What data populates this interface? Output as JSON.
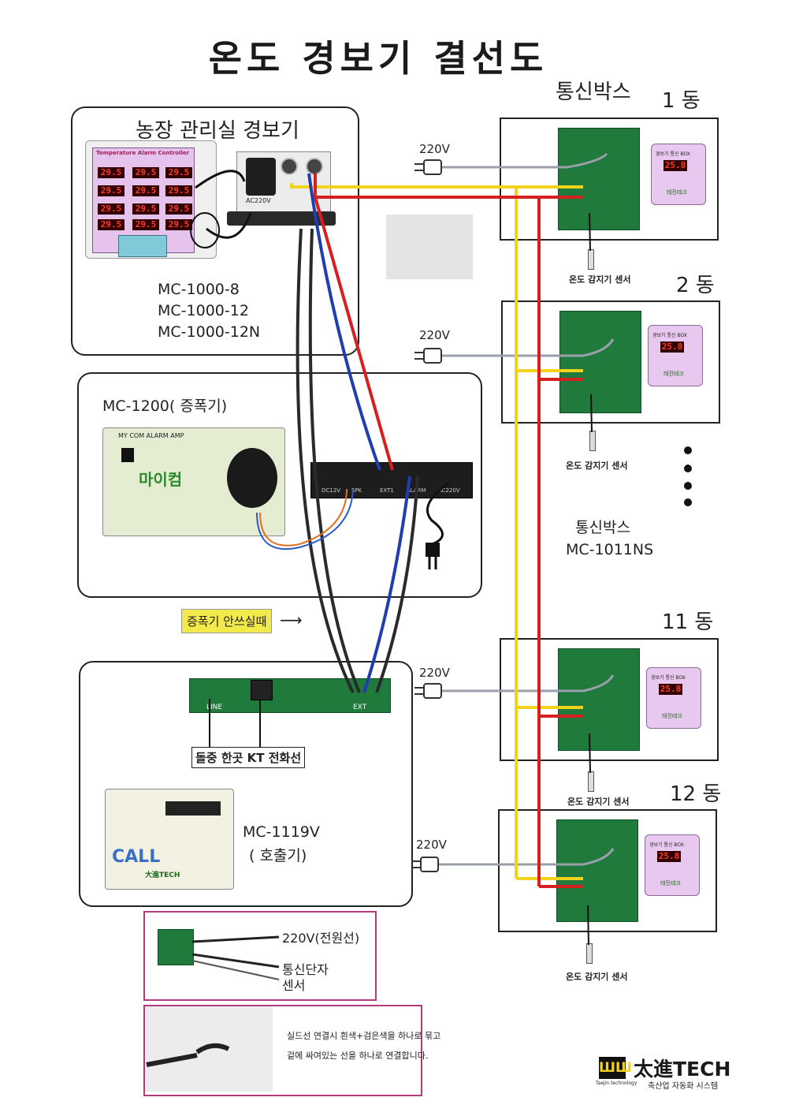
{
  "title": "온도 경보기 결선도",
  "farm_office": {
    "heading": "농장 관리실  경보기",
    "models": [
      "MC-1000-8",
      "MC-1000-12",
      "MC-1000-12N"
    ],
    "device_brand": "Temperature Alarm Controller",
    "display_value": "29.5",
    "ac_label": "AC220V"
  },
  "amplifier": {
    "heading": "MC-1200(   증폭기)",
    "device_label": "MY COM ALARM AMP",
    "device_logo": "마이컴",
    "terminal_labels": [
      "DC12V",
      "SPK",
      "EXT1",
      "ALARM",
      "AC220V"
    ]
  },
  "amp_note": "증폭기 안쓰실때",
  "caller": {
    "model": "MC-1119V",
    "name": "( 호출기)",
    "phone_line_label": "돌중 한곳 KT 전화선",
    "line_label": "LINE",
    "ext_label": "EXT",
    "device_label": "CALL",
    "brand": "大進TECH"
  },
  "comm_box": {
    "heading": "통신박스",
    "heading2": "통신박스",
    "model": "MC-1011NS",
    "box_label": "경보기 통신 BOX",
    "display_value": "25.8",
    "maker": "태진테크",
    "sensor_label": "온도 감지기 센서",
    "power_label": "220V"
  },
  "buildings": [
    "1 동",
    "2 동",
    "11 동",
    "12 동"
  ],
  "legend_wiring": {
    "power": "220V(전원선)",
    "comm": "통신단자",
    "sensor": "센서"
  },
  "shield_note": {
    "line1": "실드선 연결시 흰색+검은색을 하나로 묶고",
    "line2": "겉에 싸여있는 선을 하나로 연결합니다."
  },
  "brand": {
    "name": "太進TECH",
    "tagline": "축산업 자동화 시스템",
    "logo_sub": "Taejin technology"
  },
  "colors": {
    "yellow_wire": "#f2d21b",
    "red_wire": "#d62020",
    "blue_wire": "#1f3fb0",
    "black_wire": "#2a2a2a",
    "power_cord": "#9aa0aa",
    "accent_magenta": "#b33a7d",
    "board_green": "#1f7a3c",
    "device_pink": "#e8c8ee"
  }
}
